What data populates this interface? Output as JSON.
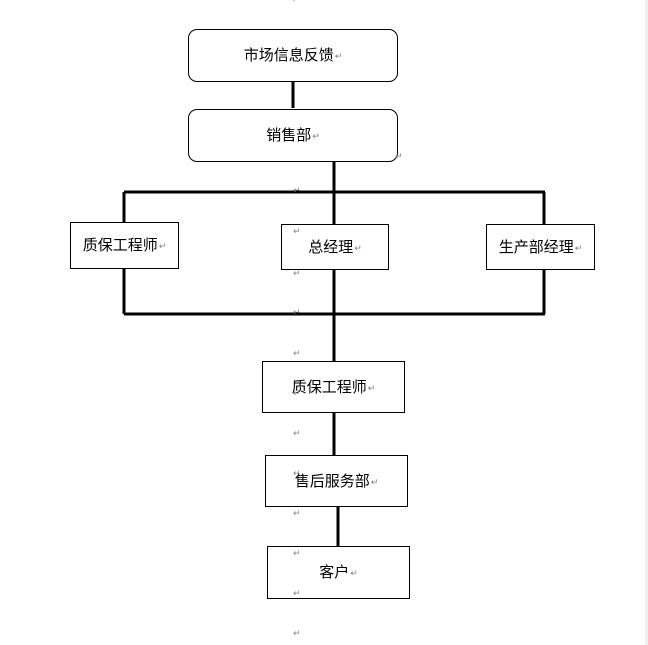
{
  "paragraph_mark": "↵",
  "nodes": {
    "market_feedback": "市场信息反馈",
    "sales_dept": "销售部",
    "qa_engineer_left": "质保工程师",
    "general_manager": "总经理",
    "production_manager": "生产部经理",
    "qa_engineer_center": "质保工程师",
    "after_sales_dept": "售后服务部",
    "customer": "客户"
  },
  "colors": {
    "line": "#000000",
    "paragraph_mark": "#7f7f7f"
  }
}
